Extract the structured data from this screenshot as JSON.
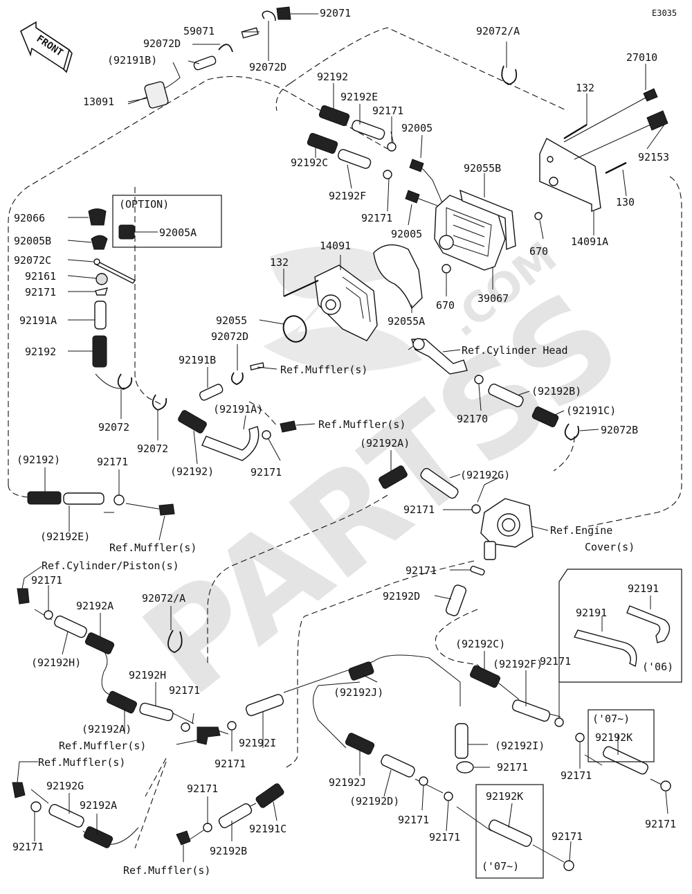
{
  "diagram_code": "E3035",
  "front_label": "FRONT",
  "watermark": {
    "brand": "PARTSS",
    "suffix": ".COM"
  },
  "boxes": {
    "option": "(OPTION)",
    "y06": "('06)",
    "y07a": "('07~)",
    "y07b": "('07~)"
  },
  "labels": {
    "l92071": "92071",
    "l59071": "59071",
    "l92072D_top": "92072D",
    "l92191B_top": "(92191B)",
    "l92072D_mid": "92072D",
    "l13091": "13091",
    "l92072A_top": "92072/A",
    "l27010": "27010",
    "l132_top": "132",
    "l92192_top": "92192",
    "l92192E": "92192E",
    "l92171_a": "92171",
    "l92005_a": "92005",
    "l92192C": "92192C",
    "l92192F": "92192F",
    "l92171_b": "92171",
    "l92055B": "92055B",
    "l92005_b": "92005",
    "l92153": "92153",
    "l130": "130",
    "l14091A": "14091A",
    "l670_a": "670",
    "l670_b": "670",
    "l39067": "39067",
    "l14091": "14091",
    "l132_mid": "132",
    "l92055": "92055",
    "l92055A": "92055A",
    "l92066": "92066",
    "l92005A": "92005A",
    "l92005B": "92005B",
    "l92072C": "92072C",
    "l92161": "92161",
    "l92171_c": "92171",
    "l92191A": "92191A",
    "l92192_left": "92192",
    "l92072D_low": "92072D",
    "l92191B_mid": "92191B",
    "ref_muffler_1": "Ref.Muffler(s)",
    "ref_cyl_head": "Ref.Cylinder Head",
    "l92192B_p": "(92192B)",
    "l92170": "92170",
    "l92191C_p": "(92191C)",
    "l92072B": "92072B",
    "l92072_a": "92072",
    "l92072_b": "92072",
    "l92191A_p": "(92191A)",
    "ref_muffler_2": "Ref.Muffler(s)",
    "l92192A_p": "(92192A)",
    "l92192_p": "(92192)",
    "l92171_d": "92171",
    "l92192_p_left": "(92192)",
    "l92171_e": "92171",
    "l92192G_p": "(92192G)",
    "l92171_f": "92171",
    "ref_engine_cover_1": "Ref.Engine",
    "ref_engine_cover_2": "Cover(s)",
    "l92192E_p": "(92192E)",
    "ref_muffler_3": "Ref.Muffler(s)",
    "ref_cyl_piston": "Ref.Cylinder/Piston(s)",
    "l92171_g": "92171",
    "l92072A_low": "92072/A",
    "l92171_h": "92171",
    "l92192D": "92192D",
    "l92192A_a": "92192A",
    "l92191_a": "92191",
    "l92191_b": "92191",
    "l92192H_p": "(92192H)",
    "l92192C_p": "(92192C)",
    "l92192F_p": "(92192F)",
    "l92192H": "92192H",
    "l92171_i": "92171",
    "l92192J_p": "(92192J)",
    "l92171_j": "92171",
    "l92192K_a": "92192K",
    "l92192A_pb": "(92192A)",
    "ref_muffler_4": "Ref.Muffler(s)",
    "l92192I": "92192I",
    "l92192I_p": "(92192I)",
    "l92171_k": "92171",
    "l92171_l": "92171",
    "ref_muffler_5": "Ref.Muffler(s)",
    "l92192J": "92192J",
    "l92192D_p": "(92192D)",
    "l92171_m": "92171",
    "l92192G": "92192G",
    "l92192A_b": "92192A",
    "l92171_n": "92171",
    "l92191C": "92191C",
    "l92171_o": "92171",
    "l92192K_b": "92192K",
    "l92171_p": "92171",
    "l92171_q": "92171",
    "l92171_r": "92171",
    "l92192B": "92192B",
    "ref_muffler_6": "Ref.Muffler(s)"
  }
}
